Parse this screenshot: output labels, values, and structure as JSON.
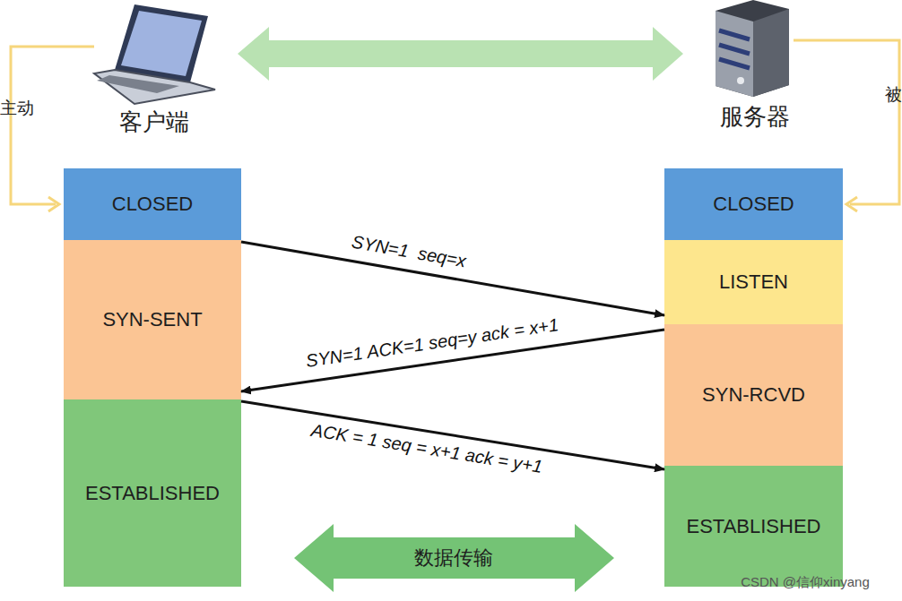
{
  "diagram": {
    "nodes": [
      {
        "text": [
          "CLOSED"
        ]
      },
      {
        "text": [
          "SYN-SENT"
        ]
      },
      {
        "text": [
          "ESTABLISHED"
        ]
      },
      {
        "text": [
          "CLOSED"
        ]
      },
      {
        "text": [
          "LISTEN"
        ]
      },
      {
        "text": [
          "SYN-RCVD"
        ]
      },
      {
        "text": [
          "ESTABLISHED"
        ]
      }
    ],
    "edges": [
      {
        "from": 1,
        "to": 4,
        "arrow": "to",
        "label": "SYN=1  seq=x"
      },
      {
        "from": 5,
        "to": 1,
        "arrow": "to",
        "label": "SYN=1 ACK=1 seq=y ack = x+1"
      },
      {
        "from": 2,
        "to": 6,
        "arrow": "to",
        "label": "ACK = 1 seq = x+1 ack = y+1"
      }
    ],
    "labels": [
      "客户端",
      "服务器",
      "主动",
      "被",
      "数据传输",
      "CSDN @信仰xinyang"
    ]
  }
}
